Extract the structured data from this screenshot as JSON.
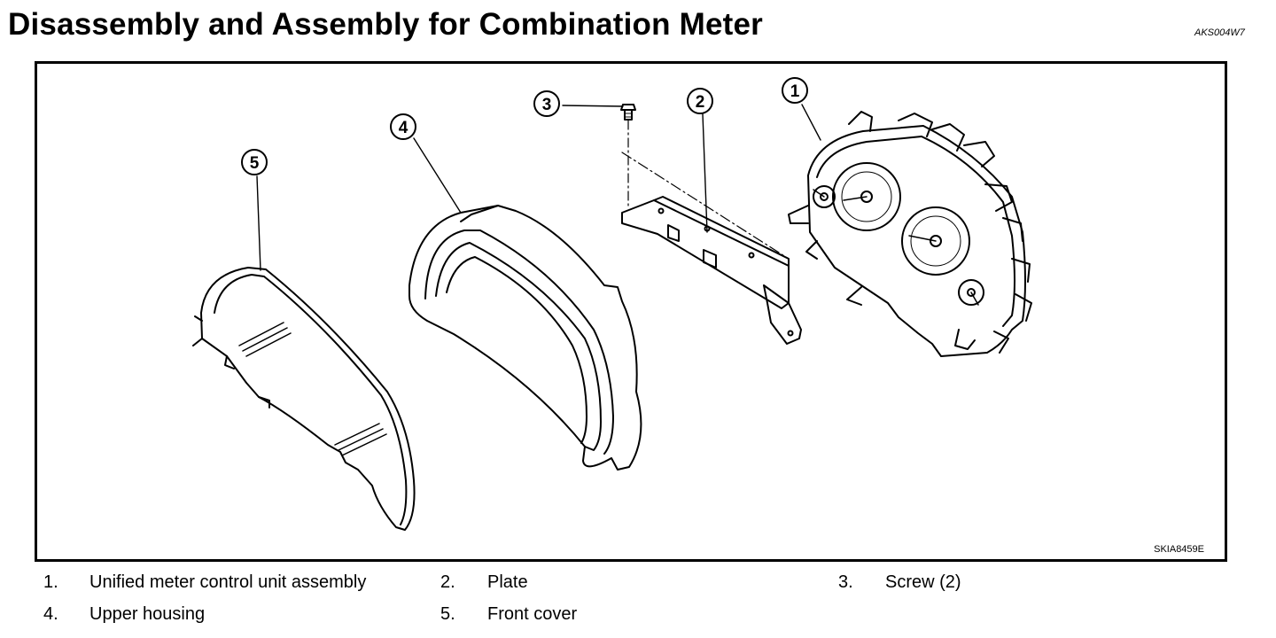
{
  "header": {
    "title": "Disassembly and Assembly for Combination Meter",
    "doc_code": "AKS004W7"
  },
  "figure": {
    "figure_id": "SKIA8459E",
    "callouts": [
      "1",
      "2",
      "3",
      "4",
      "5"
    ]
  },
  "legend": [
    {
      "number": "1.",
      "text": "Unified meter control unit assembly"
    },
    {
      "number": "2.",
      "text": "Plate"
    },
    {
      "number": "3.",
      "text": "Screw (2)"
    },
    {
      "number": "4.",
      "text": "Upper housing"
    },
    {
      "number": "5.",
      "text": "Front cover"
    }
  ]
}
